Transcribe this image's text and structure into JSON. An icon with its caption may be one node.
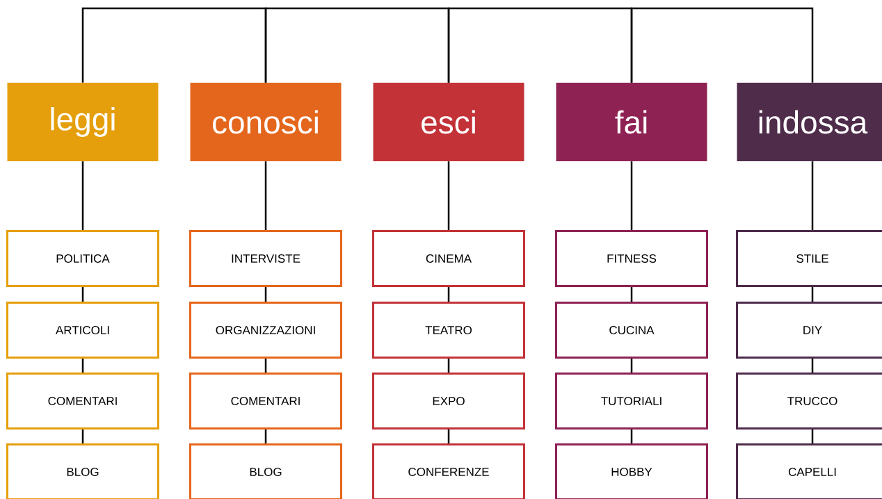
{
  "diagram": {
    "nodes": [
      {
        "text": [
          "leggi"
        ]
      },
      {
        "text": [
          "POLITICA"
        ]
      },
      {
        "text": [
          "ARTICOLI"
        ]
      },
      {
        "text": [
          "COMENTARI"
        ]
      },
      {
        "text": [
          "BLOG"
        ]
      },
      {
        "text": [
          "conosci"
        ]
      },
      {
        "text": [
          "INTERVISTE"
        ]
      },
      {
        "text": [
          "ORGANIZZAZIONI"
        ]
      },
      {
        "text": [
          "COMENTARI"
        ]
      },
      {
        "text": [
          "BLOG"
        ]
      },
      {
        "text": [
          "esci"
        ]
      },
      {
        "text": [
          "CINEMA"
        ]
      },
      {
        "text": [
          "TEATRO"
        ]
      },
      {
        "text": [
          "EXPO"
        ]
      },
      {
        "text": [
          "CONFERENZE"
        ]
      },
      {
        "text": [
          "fai"
        ]
      },
      {
        "text": [
          "FITNESS"
        ]
      },
      {
        "text": [
          "CUCINA"
        ]
      },
      {
        "text": [
          "TUTORIALI"
        ]
      },
      {
        "text": [
          "HOBBY"
        ]
      },
      {
        "text": [
          "indossa"
        ]
      },
      {
        "text": [
          "STILE"
        ]
      },
      {
        "text": [
          "DIY"
        ]
      },
      {
        "text": [
          "TRUCCO"
        ]
      },
      {
        "text": [
          "CAPELLI"
        ]
      }
    ],
    "edges": [
      {
        "from": 0,
        "to": 5,
        "arrow": "none"
      },
      {
        "from": 5,
        "to": 10,
        "arrow": "none"
      },
      {
        "from": 10,
        "to": 15,
        "arrow": "none"
      },
      {
        "from": 15,
        "to": 20,
        "arrow": "none"
      },
      {
        "from": 0,
        "to": 1,
        "arrow": "none"
      },
      {
        "from": 1,
        "to": 2,
        "arrow": "none"
      },
      {
        "from": 2,
        "to": 3,
        "arrow": "none"
      },
      {
        "from": 3,
        "to": 4,
        "arrow": "none"
      },
      {
        "from": 5,
        "to": 6,
        "arrow": "none"
      },
      {
        "from": 6,
        "to": 7,
        "arrow": "none"
      },
      {
        "from": 7,
        "to": 8,
        "arrow": "none"
      },
      {
        "from": 8,
        "to": 9,
        "arrow": "none"
      },
      {
        "from": 10,
        "to": 11,
        "arrow": "none"
      },
      {
        "from": 11,
        "to": 12,
        "arrow": "none"
      },
      {
        "from": 12,
        "to": 13,
        "arrow": "none"
      },
      {
        "from": 13,
        "to": 14,
        "arrow": "none"
      },
      {
        "from": 15,
        "to": 16,
        "arrow": "none"
      },
      {
        "from": 16,
        "to": 17,
        "arrow": "none"
      },
      {
        "from": 17,
        "to": 18,
        "arrow": "none"
      },
      {
        "from": 18,
        "to": 19,
        "arrow": "none"
      },
      {
        "from": 20,
        "to": 21,
        "arrow": "none"
      },
      {
        "from": 21,
        "to": 22,
        "arrow": "none"
      },
      {
        "from": 22,
        "to": 23,
        "arrow": "none"
      },
      {
        "from": 23,
        "to": 24,
        "arrow": "none"
      }
    ]
  }
}
